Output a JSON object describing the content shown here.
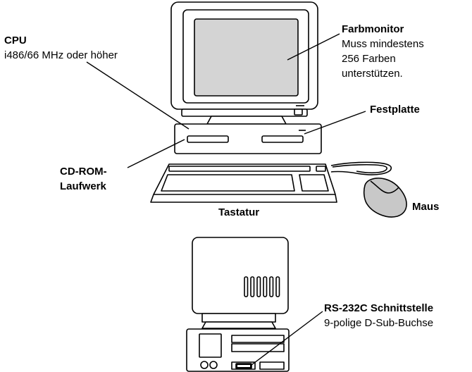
{
  "labels": {
    "cpu": {
      "title": "CPU",
      "detail": "i486/66 MHz oder höher"
    },
    "monitor": {
      "title": "Farbmonitor",
      "line1": "Muss mindestens",
      "line2": "256 Farben",
      "line3": "unterstützen."
    },
    "hdd": {
      "title": "Festplatte"
    },
    "cdrom": {
      "line1": "CD-ROM-",
      "line2": "Laufwerk"
    },
    "mouse": {
      "title": "Maus"
    },
    "keyboard": {
      "title": "Tastatur"
    },
    "rs232": {
      "title": "RS-232C Schnittstelle",
      "detail": "9-polige D-Sub-Buchse"
    }
  },
  "colors": {
    "ink": "#000000",
    "screen": "#d4d4d4",
    "mouse": "#c8c8c8",
    "paper": "#ffffff"
  }
}
